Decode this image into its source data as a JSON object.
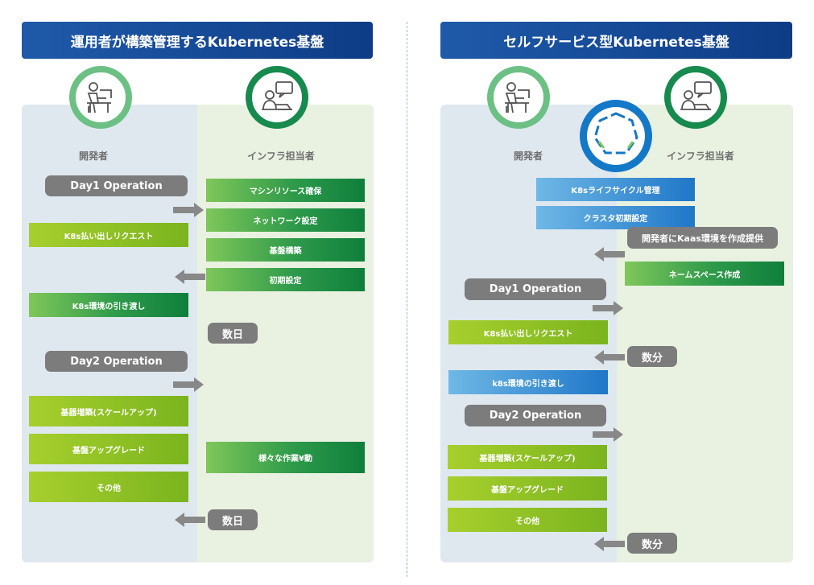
{
  "left": {
    "title": "運用者が構築管理するKubernetes基盤",
    "dev_label": "開発者",
    "infra_label": "インフラ担当者",
    "day1": "Day1 Operation",
    "day2": "Day2 Operation",
    "infra_tasks": [
      "マシンリソース確保",
      "ネットワーク設定",
      "基盤構築",
      "初期設定"
    ],
    "request": "K8s払い出しリクエスト",
    "handover": "K8s環境の引き渡し",
    "duration1": "数日",
    "day2_dev": [
      "基器増築(スケールアップ)",
      "基盤アップグレード",
      "その他"
    ],
    "day2_infra": "様々な作業¥動",
    "duration2": "数日"
  },
  "right": {
    "title": "セルフサービス型Kubernetes基盤",
    "dev_label": "開発者",
    "infra_label": "インフラ担当者",
    "platform_tasks": [
      "K8sライフサイクル管理",
      "クラスタ初期設定"
    ],
    "provide": "開発者にKaas環境を作成提供",
    "namespace": "ネームスペース作成",
    "day1": "Day1 Operation",
    "request": "K8s払い出しリクエスト",
    "duration1": "数分",
    "handover": "k8s環境の引き渡し",
    "day2": "Day2 Operation",
    "day2_dev": [
      "基器増築(スケールアップ)",
      "基盤アップグレード",
      "その他"
    ],
    "duration2": "数分"
  },
  "colors": {
    "title": "#0e3c86",
    "dev_bg": "#dfe8ef",
    "infra_bg": "#e9f1e1",
    "gray": "#7c7c7c",
    "green_dark": "#0e7f3c",
    "green_light": "#8fc127",
    "blue": "#1f77c8",
    "ring_light": "#6cc083",
    "ring_dark": "#178a4d"
  },
  "icons": [
    "developer-desk-icon",
    "infra-presenter-icon",
    "kubernetes-logo-icon",
    "arrow-right-icon",
    "arrow-left-icon"
  ]
}
